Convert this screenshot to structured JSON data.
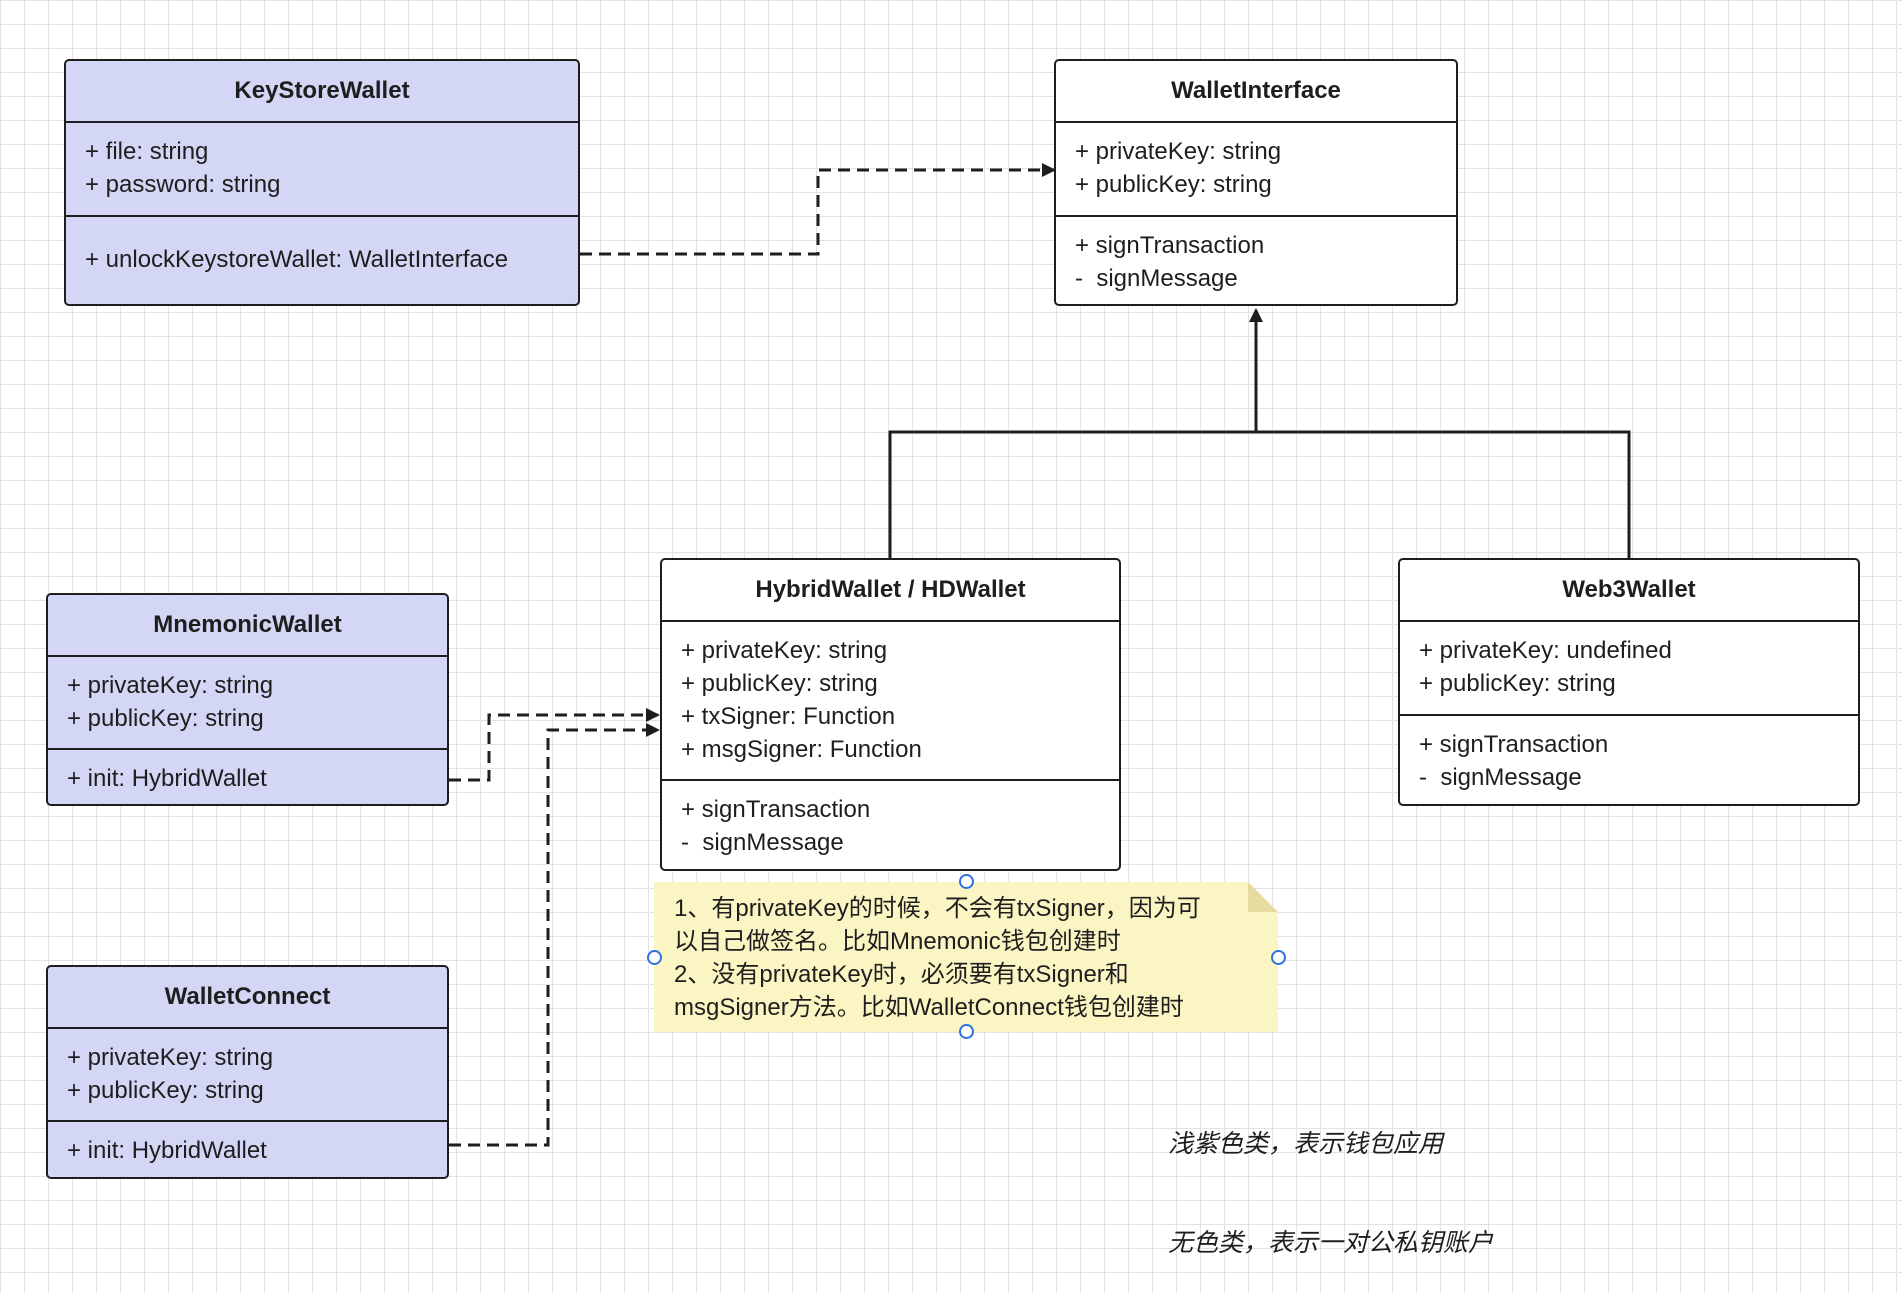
{
  "classes": {
    "keystore": {
      "title": "KeyStoreWallet",
      "fields": [
        "+ file: string",
        "+ password: string"
      ],
      "methods": [
        "+ unlockKeystoreWallet: WalletInterface"
      ]
    },
    "interface": {
      "title": "WalletInterface",
      "fields": [
        "+ privateKey: string",
        "+ publicKey: string"
      ],
      "methods": [
        "+ signTransaction",
        "-  signMessage"
      ]
    },
    "mnemonic": {
      "title": "MnemonicWallet",
      "fields": [
        "+ privateKey: string",
        "+ publicKey: string"
      ],
      "methods": [
        "+ init: HybridWallet"
      ]
    },
    "hybrid": {
      "title": "HybridWallet / HDWallet",
      "fields": [
        "+ privateKey: string",
        "+ publicKey: string",
        "+ txSigner: Function",
        "+ msgSigner: Function"
      ],
      "methods": [
        "+ signTransaction",
        "-  signMessage"
      ]
    },
    "web3": {
      "title": "Web3Wallet",
      "fields": [
        "+ privateKey: undefined",
        "+ publicKey: string"
      ],
      "methods": [
        "+ signTransaction",
        "-  signMessage"
      ]
    },
    "walletconnect": {
      "title": "WalletConnect",
      "fields": [
        "+ privateKey: string",
        "+ publicKey: string"
      ],
      "methods": [
        "+ init: HybridWallet"
      ]
    }
  },
  "note": {
    "lines": [
      "1、有privateKey的时候，不会有txSigner，因为可",
      "以自己做签名。比如Mnemonic钱包创建时",
      "2、没有privateKey时，必须要有txSigner和",
      "msgSigner方法。比如WalletConnect钱包创建时"
    ]
  },
  "legend": {
    "lines": [
      "浅紫色类，表示钱包应用",
      "无色类，表示一对公私钥账户"
    ]
  },
  "colors": {
    "app_class_fill": "#d3d6f4",
    "account_class_fill": "#ffffff",
    "note_fill": "#fbf5c3",
    "stroke": "#1e1e1e",
    "selection_handle": "#2f6fe0"
  }
}
